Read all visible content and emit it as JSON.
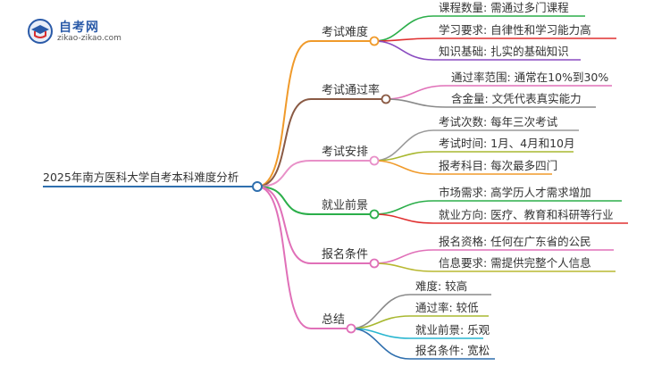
{
  "logo": {
    "title": "自考网",
    "url": "zikao-zikao.com"
  },
  "root": {
    "label": "2025年南方医科大学自考本科难度分析",
    "color": "#2f6fae"
  },
  "branches": [
    {
      "label": "考试难度",
      "color": "#f09a2a",
      "children": [
        {
          "label": "课程数量: 需通过多门课程",
          "color": "#2bae4a"
        },
        {
          "label": "学习要求: 自律性和学习能力高",
          "color": "#e03030"
        },
        {
          "label": "知识基础: 扎实的基础知识",
          "color": "#8a4cc0"
        }
      ]
    },
    {
      "label": "考试通过率",
      "color": "#8a5a44",
      "children": [
        {
          "label": "通过率范围: 通常在10%到30%",
          "color": "#e070b8"
        },
        {
          "label": "含金量: 文凭代表真实能力",
          "color": "#8a8a8a"
        }
      ]
    },
    {
      "label": "考试安排",
      "color": "#e890c8",
      "children": [
        {
          "label": "考试次数: 每年三次考试",
          "color": "#9a9a9a"
        },
        {
          "label": "考试时间: 1月、4月和10月",
          "color": "#a8b830"
        },
        {
          "label": "报考科目: 每次最多四门",
          "color": "#f09a2a"
        }
      ]
    },
    {
      "label": "就业前景",
      "color": "#2bae4a",
      "children": [
        {
          "label": "市场需求: 高学历人才需求增加",
          "color": "#2bae4a"
        },
        {
          "label": "就业方向: 医疗、教育和科研等行业",
          "color": "#e03030"
        }
      ]
    },
    {
      "label": "报名条件",
      "color": "#e070b8",
      "children": [
        {
          "label": "报名资格: 任何在广东省的公民",
          "color": "#e070b8"
        },
        {
          "label": "信息要求: 需提供完整个人信息",
          "color": "#b8b830"
        }
      ]
    },
    {
      "label": "总结",
      "color": "#e070b8",
      "children": [
        {
          "label": "难度: 较高",
          "color": "#8a8a8a"
        },
        {
          "label": "通过率: 较低",
          "color": "#a8b830"
        },
        {
          "label": "就业前景: 乐观",
          "color": "#29b6d0"
        },
        {
          "label": "报名条件: 宽松",
          "color": "#2f6fae"
        }
      ]
    }
  ]
}
